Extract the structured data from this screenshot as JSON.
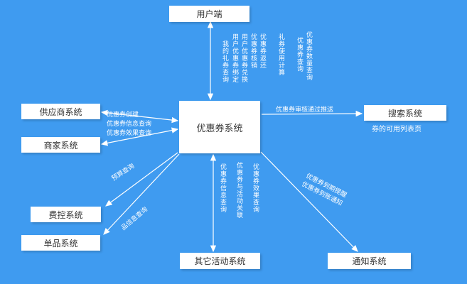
{
  "colors": {
    "background": "#3f9bf0",
    "box_background": "#ffffff",
    "box_text": "#333333",
    "connector": "#ffffff",
    "label_text": "#ffffff"
  },
  "nodes": {
    "client": {
      "label": "用户端"
    },
    "coupon_system": {
      "label": "优惠券系统"
    },
    "supplier": {
      "label": "供应商系统"
    },
    "merchant": {
      "label": "商家系统"
    },
    "expense": {
      "label": "费控系统"
    },
    "product": {
      "label": "单品系统"
    },
    "search": {
      "label": "搜索系统",
      "note": "券的可用列表页"
    },
    "activity": {
      "label": "其它活动系统"
    },
    "notify": {
      "label": "通知系统"
    }
  },
  "edge_labels": {
    "client_vertical": [
      "我的礼券查询",
      "用户优惠券绑定",
      "用户优惠券兑换",
      "优惠券核销",
      "优惠券返还",
      "礼券使用计算",
      "优惠券查询",
      "优惠券数量查询"
    ],
    "left_stack": [
      "优惠券创建",
      "优惠券信息查询",
      "优惠券效果查询"
    ],
    "search_push": "优惠券审核通过推送",
    "expense_query": "预算查询",
    "product_query": "品信息查询",
    "activity_vertical": [
      "优惠券信息查询",
      "优惠券与活动关联",
      "优惠券效果查询"
    ],
    "notify_lines": [
      "优惠券到期提醒",
      "优惠券到账通知"
    ]
  }
}
